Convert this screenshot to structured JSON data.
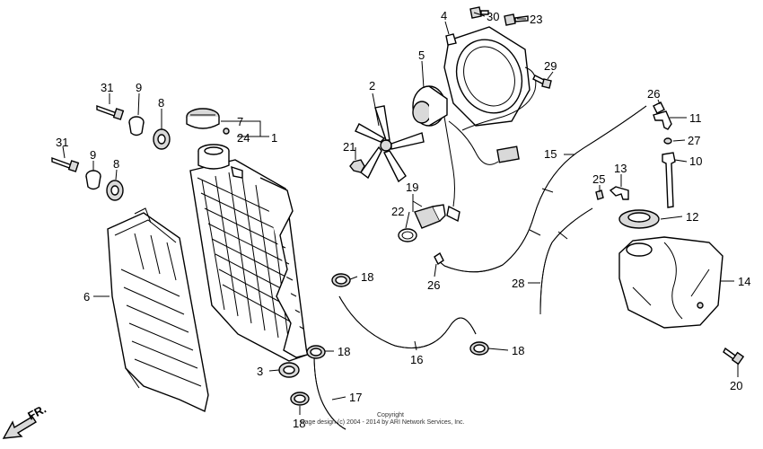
{
  "callouts": [
    {
      "id": "1",
      "label": "1"
    },
    {
      "id": "2",
      "label": "2"
    },
    {
      "id": "3",
      "label": "3"
    },
    {
      "id": "4",
      "label": "4"
    },
    {
      "id": "5",
      "label": "5"
    },
    {
      "id": "6",
      "label": "6"
    },
    {
      "id": "7",
      "label": "7"
    },
    {
      "id": "8a",
      "label": "8"
    },
    {
      "id": "8b",
      "label": "8"
    },
    {
      "id": "9a",
      "label": "9"
    },
    {
      "id": "9b",
      "label": "9"
    },
    {
      "id": "10",
      "label": "10"
    },
    {
      "id": "11",
      "label": "11"
    },
    {
      "id": "12",
      "label": "12"
    },
    {
      "id": "13",
      "label": "13"
    },
    {
      "id": "14",
      "label": "14"
    },
    {
      "id": "15",
      "label": "15"
    },
    {
      "id": "16",
      "label": "16"
    },
    {
      "id": "17",
      "label": "17"
    },
    {
      "id": "18a",
      "label": "18"
    },
    {
      "id": "18b",
      "label": "18"
    },
    {
      "id": "18c",
      "label": "18"
    },
    {
      "id": "18d",
      "label": "18"
    },
    {
      "id": "19",
      "label": "19"
    },
    {
      "id": "20",
      "label": "20"
    },
    {
      "id": "21",
      "label": "21"
    },
    {
      "id": "22",
      "label": "22"
    },
    {
      "id": "23",
      "label": "23"
    },
    {
      "id": "24",
      "label": "24"
    },
    {
      "id": "25",
      "label": "25"
    },
    {
      "id": "26a",
      "label": "26"
    },
    {
      "id": "26b",
      "label": "26"
    },
    {
      "id": "27",
      "label": "27"
    },
    {
      "id": "28",
      "label": "28"
    },
    {
      "id": "29",
      "label": "29"
    },
    {
      "id": "30",
      "label": "30"
    },
    {
      "id": "31a",
      "label": "31"
    },
    {
      "id": "31b",
      "label": "31"
    }
  ],
  "direction_label": "FR.",
  "copyright_line1": "Copyright",
  "copyright_line2": "Page design (c) 2004 - 2014 by ARI Network Services, Inc."
}
